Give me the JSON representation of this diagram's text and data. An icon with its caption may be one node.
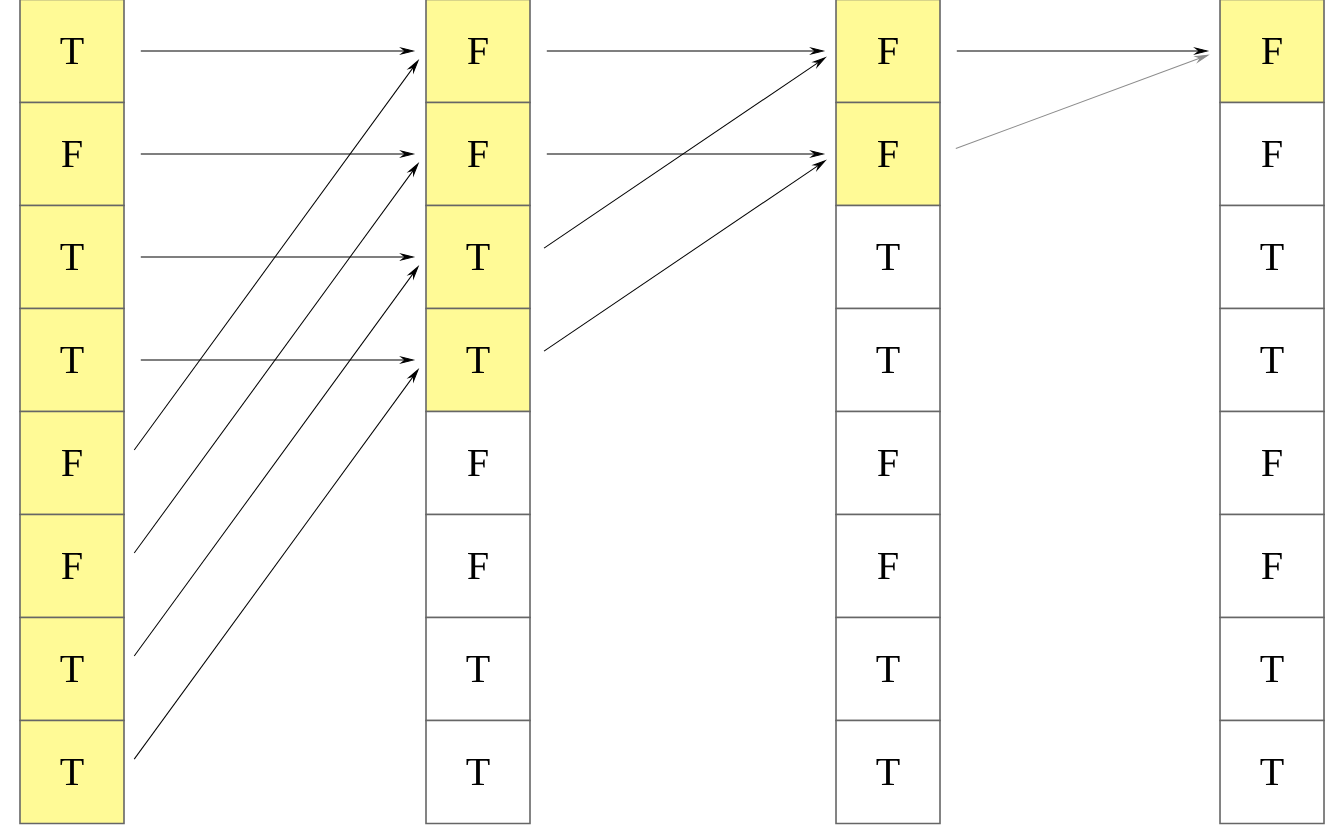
{
  "diagram": {
    "nodes": [
      {
        "text": [
          "T"
        ]
      },
      {
        "text": [
          "F"
        ]
      },
      {
        "text": [
          "T"
        ]
      },
      {
        "text": [
          "T"
        ]
      },
      {
        "text": [
          "F"
        ]
      },
      {
        "text": [
          "F"
        ]
      },
      {
        "text": [
          "T"
        ]
      },
      {
        "text": [
          "T"
        ]
      },
      {
        "text": [
          "F"
        ]
      },
      {
        "text": [
          "F"
        ]
      },
      {
        "text": [
          "T"
        ]
      },
      {
        "text": [
          "T"
        ]
      },
      {
        "text": [
          "F"
        ]
      },
      {
        "text": [
          "F"
        ]
      },
      {
        "text": [
          "T"
        ]
      },
      {
        "text": [
          "T"
        ]
      },
      {
        "text": [
          "F"
        ]
      },
      {
        "text": [
          "F"
        ]
      },
      {
        "text": [
          "T"
        ]
      },
      {
        "text": [
          "T"
        ]
      },
      {
        "text": [
          "F"
        ]
      },
      {
        "text": [
          "F"
        ]
      },
      {
        "text": [
          "T"
        ]
      },
      {
        "text": [
          "T"
        ]
      },
      {
        "text": [
          "F"
        ]
      },
      {
        "text": [
          "F"
        ]
      },
      {
        "text": [
          "T"
        ]
      },
      {
        "text": [
          "T"
        ]
      },
      {
        "text": [
          "F"
        ]
      },
      {
        "text": [
          "F"
        ]
      },
      {
        "text": [
          "T"
        ]
      },
      {
        "text": [
          "T"
        ]
      }
    ],
    "edges": [
      {
        "from": 0,
        "to": 8,
        "arrow": "to"
      },
      {
        "from": 1,
        "to": 9,
        "arrow": "to"
      },
      {
        "from": 2,
        "to": 10,
        "arrow": "to"
      },
      {
        "from": 3,
        "to": 11,
        "arrow": "to"
      },
      {
        "from": 4,
        "to": 8,
        "arrow": "to"
      },
      {
        "from": 5,
        "to": 9,
        "arrow": "to"
      },
      {
        "from": 6,
        "to": 10,
        "arrow": "to"
      },
      {
        "from": 7,
        "to": 11,
        "arrow": "to"
      },
      {
        "from": 8,
        "to": 16,
        "arrow": "to"
      },
      {
        "from": 9,
        "to": 17,
        "arrow": "to"
      },
      {
        "from": 10,
        "to": 16,
        "arrow": "to"
      },
      {
        "from": 11,
        "to": 17,
        "arrow": "to"
      },
      {
        "from": 16,
        "to": 24,
        "arrow": "to"
      },
      {
        "from": 17,
        "to": 24,
        "arrow": "to",
        "color": "#8c8c8c"
      }
    ]
  }
}
